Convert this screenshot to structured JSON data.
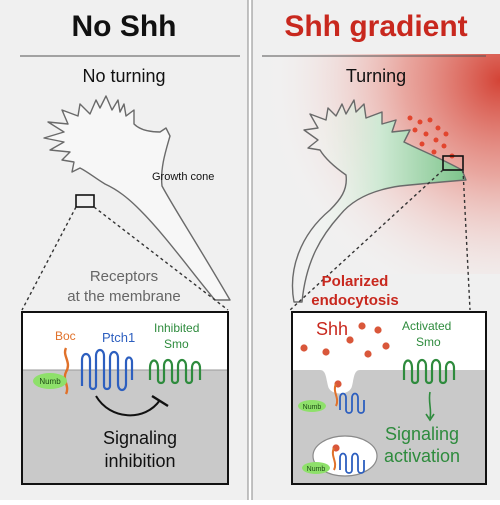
{
  "left_panel": {
    "title": "No Shh",
    "subtitle": "No turning",
    "growth_cone_label": "Growth cone",
    "receptors_label_line1": "Receptors",
    "receptors_label_line2": "at the membrane",
    "inset": {
      "boc_label": "Boc",
      "ptch1_label": "Ptch1",
      "smo_label_line1": "Inhibited",
      "smo_label_line2": "Smo",
      "numb_label": "Numb",
      "effect_line1": "Signaling",
      "effect_line2": "inhibition"
    }
  },
  "right_panel": {
    "title": "Shh gradient",
    "subtitle": "Turning",
    "endocytosis_line1": "Polarized",
    "endocytosis_line2": "endocytosis",
    "inset": {
      "shh_label": "Shh",
      "smo_label_line1": "Activated",
      "smo_label_line2": "Smo",
      "numb_label_1": "Numb",
      "numb_label_2": "Numb",
      "effect_line1": "Signaling",
      "effect_line2": "activation"
    }
  },
  "colors": {
    "panel_bg": "#f0f0f0",
    "title_red": "#c8281e",
    "boc_orange": "#e0712a",
    "ptch1_blue": "#2d5fbf",
    "smo_green": "#2e8b3d",
    "numb_green": "#8ee06a",
    "shh_dot": "#d9573a",
    "membrane_gray": "#c9c9c9",
    "gradient_red": "#d23a2c"
  }
}
